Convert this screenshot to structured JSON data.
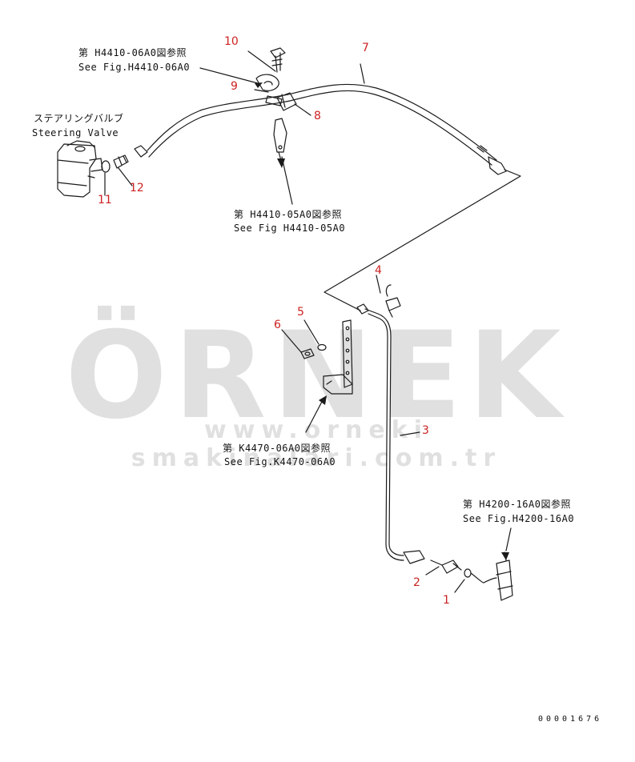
{
  "colors": {
    "line": "#1a1a1a",
    "callout": "#cc2222",
    "watermark_text": "#c8c8c8",
    "watermark_accent": "#f2d77a"
  },
  "watermark": {
    "logo": "ÖRNEK",
    "url": "www.orneki smakinalari.com.tr"
  },
  "refs": {
    "h4410_06a0_jp": "第 H4410-06A0図参照",
    "h4410_06a0_en": "See Fig.H4410-06A0",
    "steering_jp": "ステアリングバルブ",
    "steering_en": "Steering Valve",
    "h4410_05a0_jp": "第 H4410-05A0図参照",
    "h4410_05a0_en": "See Fig H4410-05A0",
    "k4470_06a0_jp": "第 K4470-06A0図参照",
    "k4470_06a0_en": "See Fig.K4470-06A0",
    "h4200_16a0_jp": "第 H4200-16A0図参照",
    "h4200_16a0_en": "See Fig.H4200-16A0"
  },
  "callouts": {
    "c1": "1",
    "c2": "2",
    "c3": "3",
    "c4": "4",
    "c5": "5",
    "c6": "6",
    "c7": "7",
    "c8": "8",
    "c9": "9",
    "c10": "10",
    "c11": "11",
    "c12": "12"
  },
  "doc_number": "00001676"
}
